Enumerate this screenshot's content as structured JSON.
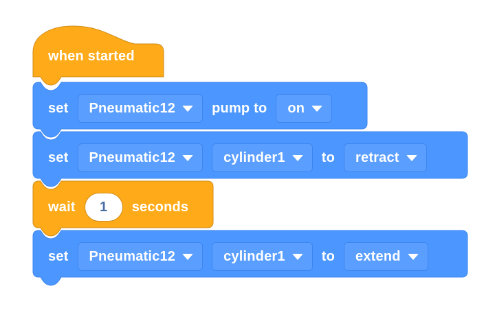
{
  "canvas": {
    "background": "#ffffff",
    "block_blue": "#4c97ff",
    "block_blue_border": "#3d86ef",
    "field_blue": "#5a9eff",
    "block_orange": "#ffab19",
    "block_orange_border": "#cf8b17",
    "text_color": "#ffffff",
    "number_text_color": "#4a6fa5"
  },
  "script": {
    "blocks": [
      {
        "id": "when-started",
        "type": "hat",
        "color": "#ffab19",
        "label": "when started"
      },
      {
        "id": "set-pump",
        "type": "stack",
        "color": "#4c97ff",
        "label_set": "set",
        "device": "Pneumatic12",
        "label_mid": "pump to",
        "value": "on"
      },
      {
        "id": "set-cylinder-retract",
        "type": "stack",
        "color": "#4c97ff",
        "label_set": "set",
        "device": "Pneumatic12",
        "port": "cylinder1",
        "label_to": "to",
        "value": "retract"
      },
      {
        "id": "wait-seconds",
        "type": "stack",
        "color": "#ffab19",
        "label_wait": "wait",
        "amount": "1",
        "label_units": "seconds"
      },
      {
        "id": "set-cylinder-extend",
        "type": "stack",
        "color": "#4c97ff",
        "label_set": "set",
        "device": "Pneumatic12",
        "port": "cylinder1",
        "label_to": "to",
        "value": "extend"
      }
    ]
  },
  "icons": {
    "dropdown_caret": "chevron-down-icon"
  }
}
